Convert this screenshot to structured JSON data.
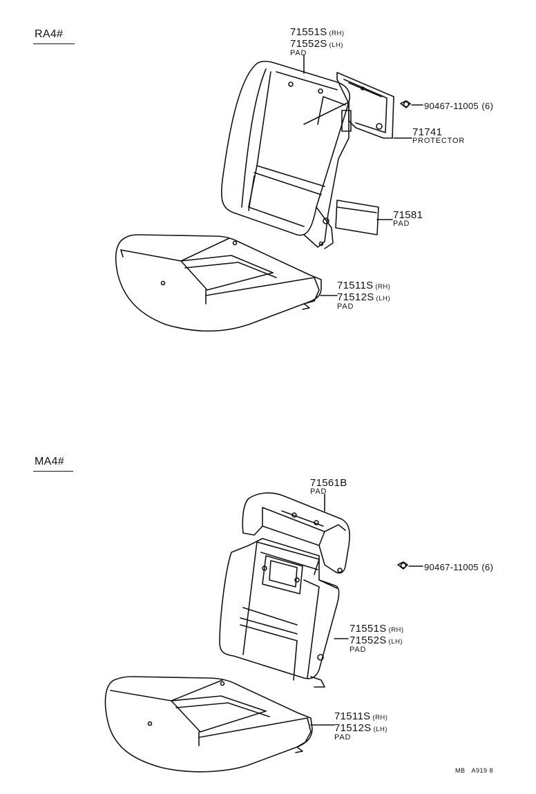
{
  "sections": {
    "top": {
      "model": "RA4#",
      "parts": {
        "back_pad": {
          "line1": "71551S",
          "line1_side": "(RH)",
          "line2": "71552S",
          "line2_side": "(LH)",
          "desc": "PAD"
        },
        "clip": {
          "number": "90467-11005",
          "qty": "(6)"
        },
        "protector": {
          "number": "71741",
          "desc": "PROTECTOR"
        },
        "lower_pad": {
          "number": "71581",
          "desc": "PAD"
        },
        "cushion_pad": {
          "line1": "71511S",
          "line1_side": "(RH)",
          "line2": "71512S",
          "line2_side": "(LH)",
          "desc": "PAD"
        }
      }
    },
    "bottom": {
      "model": "MA4#",
      "parts": {
        "head_pad": {
          "number": "71561B",
          "desc": "PAD"
        },
        "clip": {
          "number": "90467-11005",
          "qty": "(6)"
        },
        "back_pad": {
          "line1": "71551S",
          "line1_side": "(RH)",
          "line2": "71552S",
          "line2_side": "(LH)",
          "desc": "PAD"
        },
        "cushion_pad": {
          "line1": "71511S",
          "line1_side": "(RH)",
          "line2": "71512S",
          "line2_side": "(LH)",
          "desc": "PAD"
        }
      }
    }
  },
  "footer": {
    "code": "MB",
    "ref": "A919 8"
  },
  "colors": {
    "ink": "#111111",
    "paper": "#ffffff",
    "shade": "#555555"
  }
}
